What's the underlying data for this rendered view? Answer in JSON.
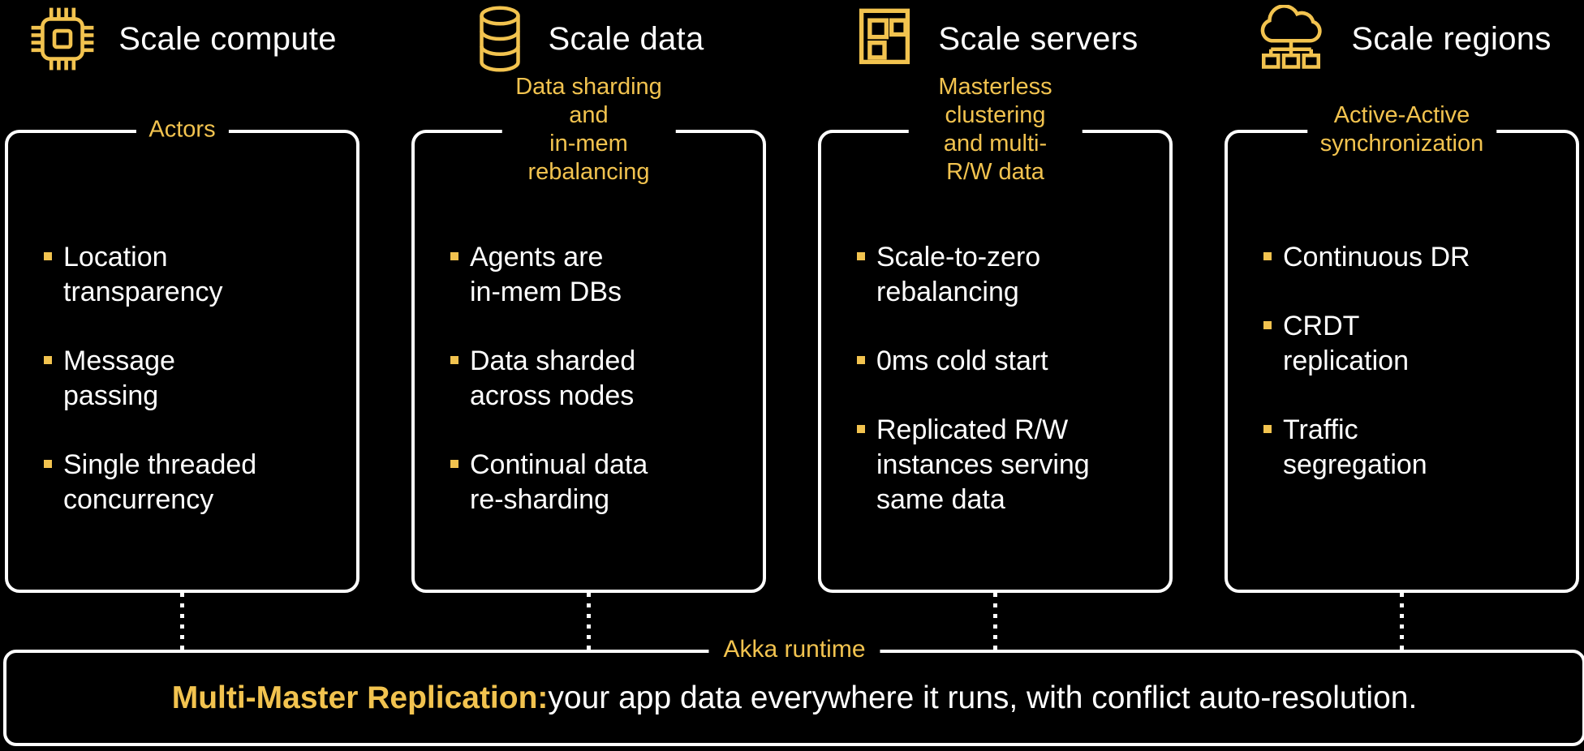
{
  "colors": {
    "background": "#000000",
    "accent_yellow": "#F2C34F",
    "text_white": "#FFFFFF",
    "border_white": "#FFFFFF"
  },
  "columns": [
    {
      "icon": "chip-icon",
      "title": "Scale compute",
      "panel_label": "Actors",
      "items": [
        "Location\ntransparency",
        "Message\npassing",
        "Single threaded\nconcurrency"
      ]
    },
    {
      "icon": "database-icon",
      "title": "Scale data",
      "panel_label": "Data sharding and\nin-mem rebalancing",
      "items": [
        "Agents are\nin-mem DBs",
        "Data sharded\nacross nodes",
        "Continual data\nre-sharding"
      ]
    },
    {
      "icon": "servers-grid-icon",
      "title": "Scale servers",
      "panel_label": "Masterless clustering\nand multi-R/W data",
      "items": [
        "Scale-to-zero\nrebalancing",
        "0ms cold start",
        "Replicated R/W\ninstances serving\nsame data"
      ]
    },
    {
      "icon": "cloud-network-icon",
      "title": "Scale regions",
      "panel_label": "Active-Active\nsynchronization",
      "items": [
        "Continuous DR",
        "CRDT\nreplication",
        "Traffic\nsegregation"
      ]
    }
  ],
  "runtime": {
    "label": "Akka runtime",
    "highlight": "Multi-Master Replication:",
    "rest": " your app data everywhere it runs, with conflict auto-resolution."
  }
}
